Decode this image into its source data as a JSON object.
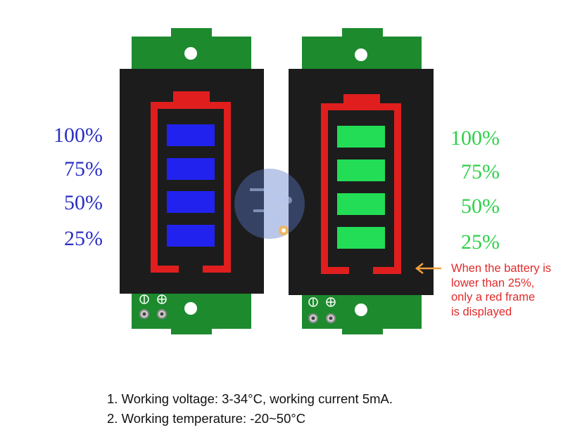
{
  "left_labels": [
    "100%",
    "75%",
    "50%",
    "25%"
  ],
  "right_labels": [
    "100%",
    "75%",
    "50%",
    "25%"
  ],
  "note_lines": [
    "When the battery is",
    "lower than 25%,",
    "only a red frame",
    "is displayed"
  ],
  "specs": [
    "1. Working voltage: 3-34°C, working current 5mA.",
    "2. Working temperature: -20~50°C"
  ],
  "colors": {
    "pcb_green": "#1d8a2e",
    "panel_black": "#1c1c1c",
    "frame_red": "#e01e1e",
    "blue_segment": "#2222ee",
    "green_segment": "#22dd55",
    "arrow": "#f0a040",
    "left_label_color": "#2a2fc4",
    "right_label_color": "#2ed14a",
    "note_color": "#e22a2a"
  },
  "icons": [
    "pin-minus-icon",
    "pin-plus-icon",
    "mounting-hole-icon",
    "watermark-logo-icon",
    "arrow-left-icon"
  ]
}
